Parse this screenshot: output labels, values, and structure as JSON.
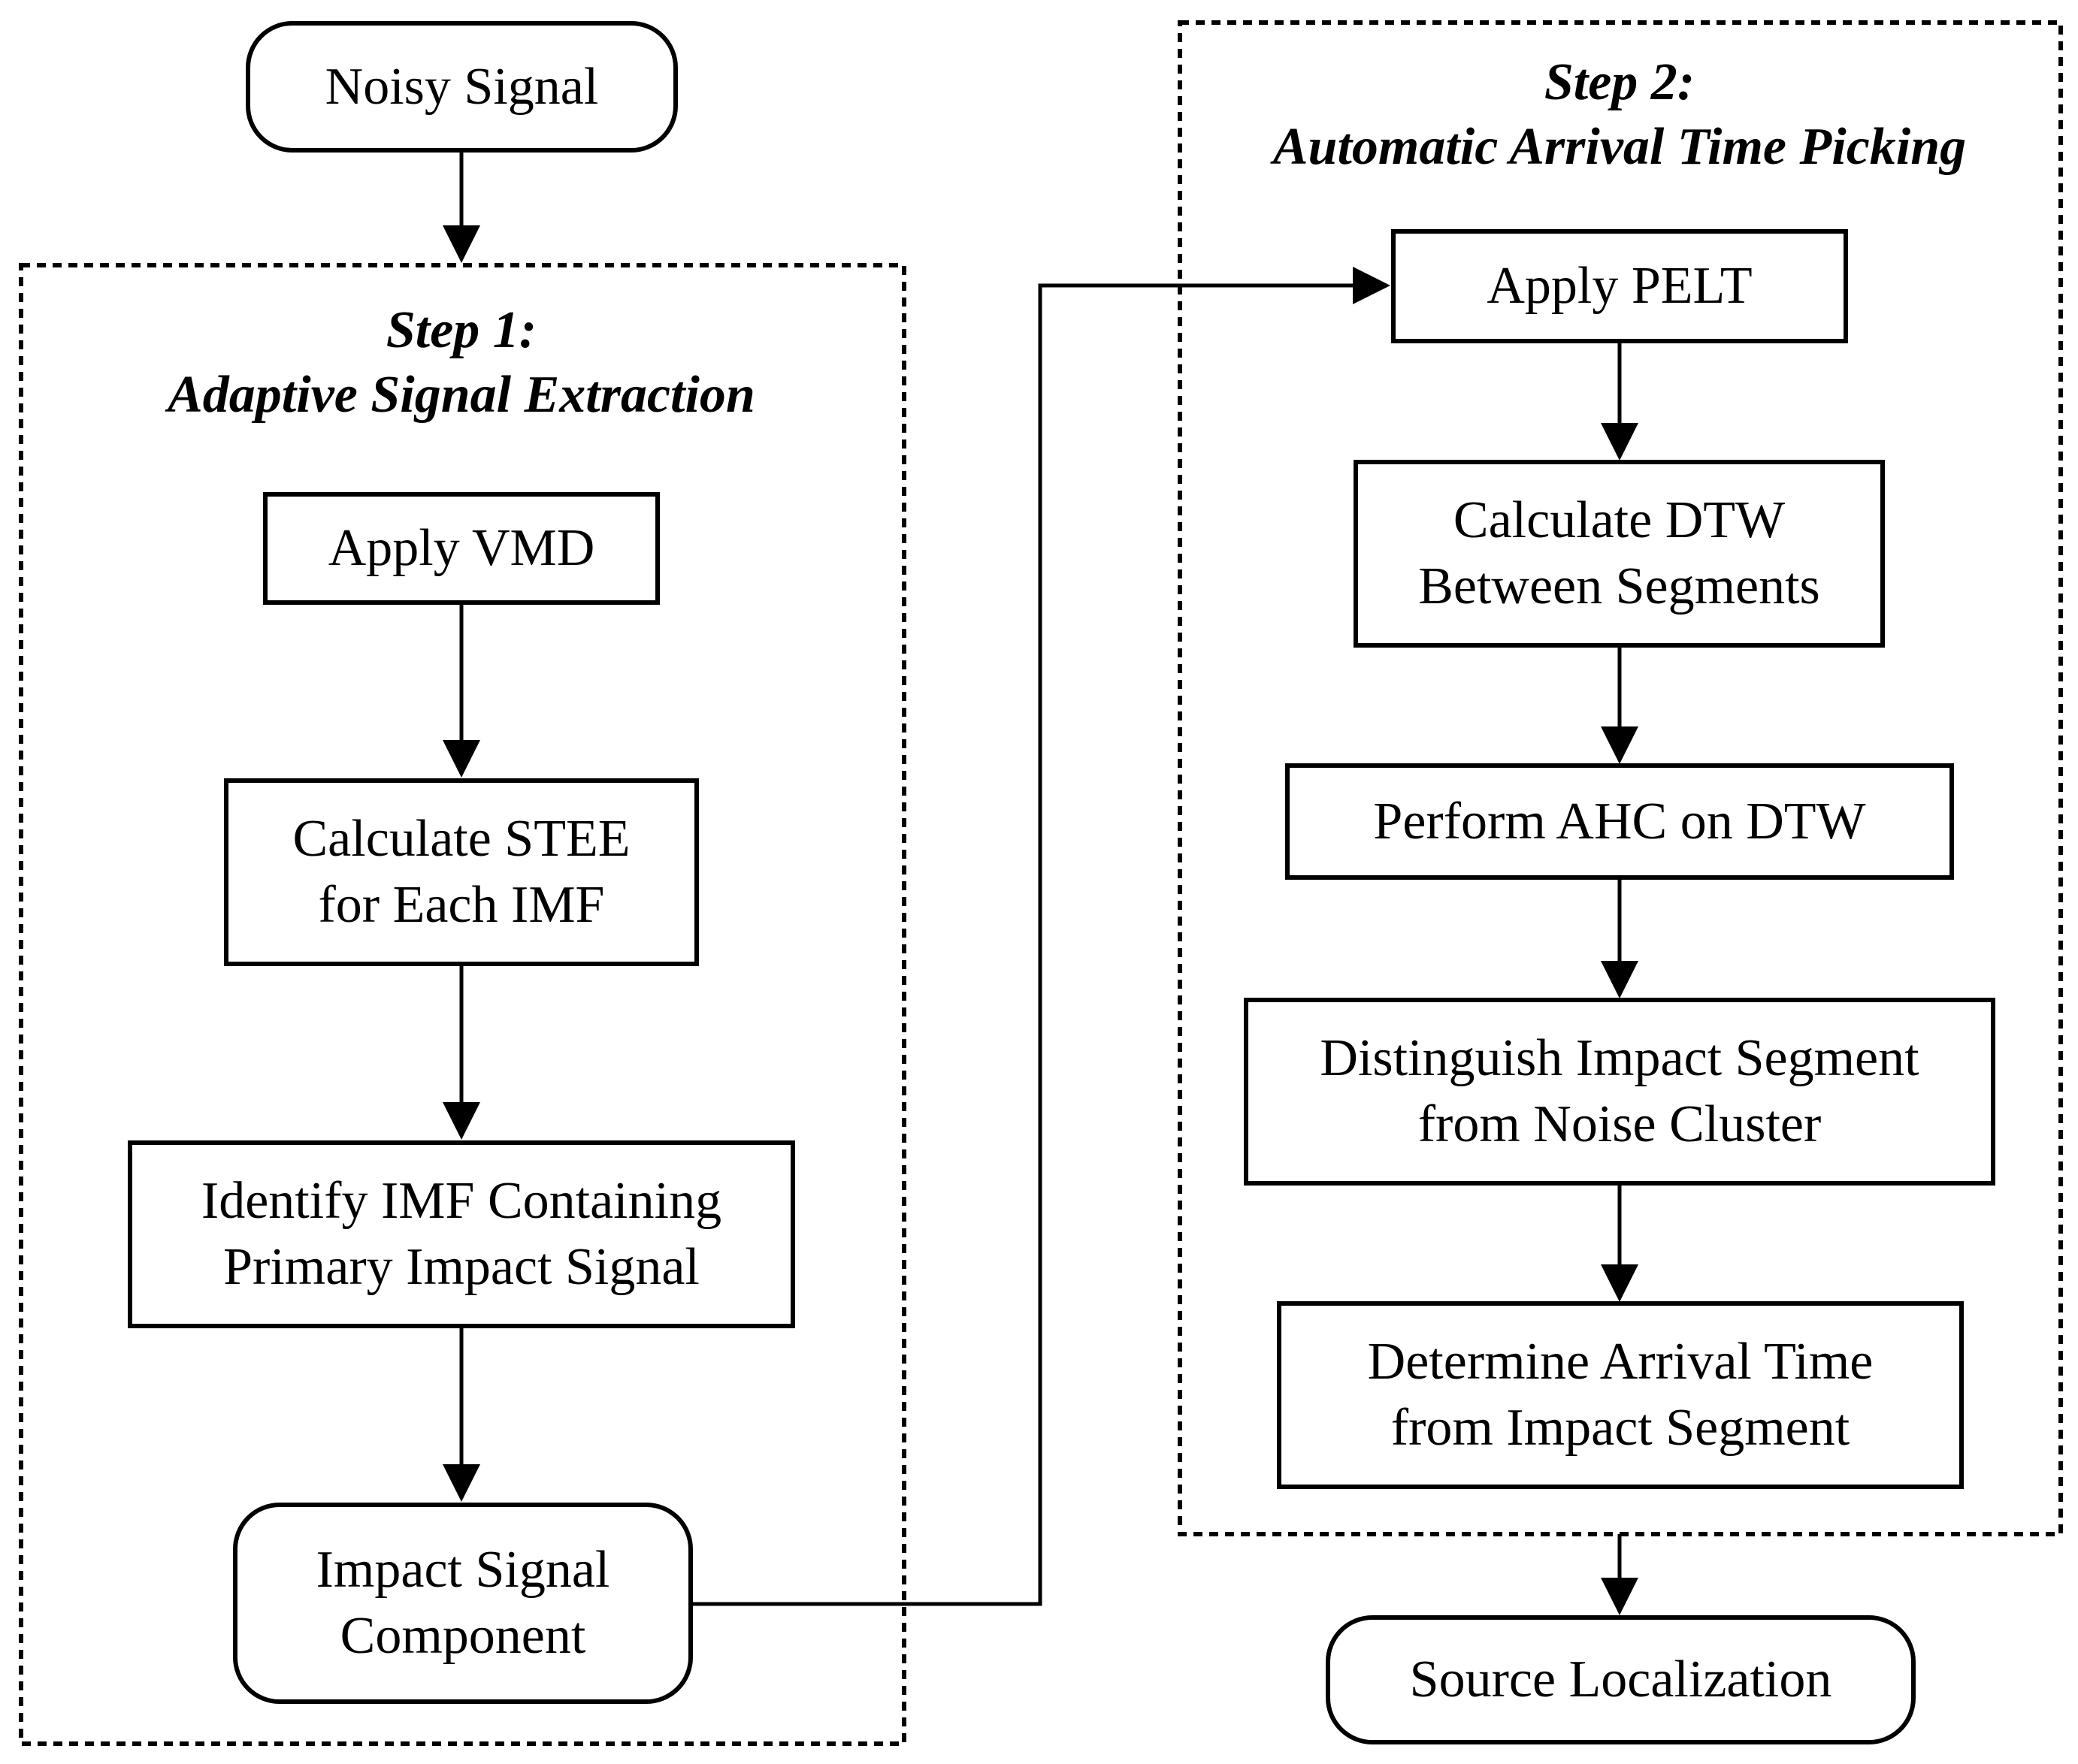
{
  "colors": {
    "line": "#000000",
    "background": "#ffffff"
  },
  "step1": {
    "heading": "Step 1:",
    "title": "Adaptive Signal Extraction",
    "nodes": {
      "apply_vmd": [
        "Apply VMD"
      ],
      "calculate_stee": [
        "Calculate STEE",
        "for Each IMF"
      ],
      "identify_imf": [
        "Identify IMF Containing",
        "Primary Impact Signal"
      ],
      "impact_component": [
        "Impact Signal",
        "Component"
      ]
    }
  },
  "step2": {
    "heading": "Step 2:",
    "title": "Automatic Arrival Time Picking",
    "nodes": {
      "apply_pelt": [
        "Apply PELT"
      ],
      "calculate_dtw": [
        "Calculate DTW",
        "Between Segments"
      ],
      "perform_ahc": [
        "Perform AHC on DTW"
      ],
      "distinguish": [
        "Distinguish Impact Segment",
        "from Noise Cluster"
      ],
      "determine_arrival": [
        "Determine Arrival Time",
        "from Impact Segment"
      ]
    }
  },
  "input": {
    "label": "Noisy Signal"
  },
  "output": {
    "label": "Source Localization"
  }
}
